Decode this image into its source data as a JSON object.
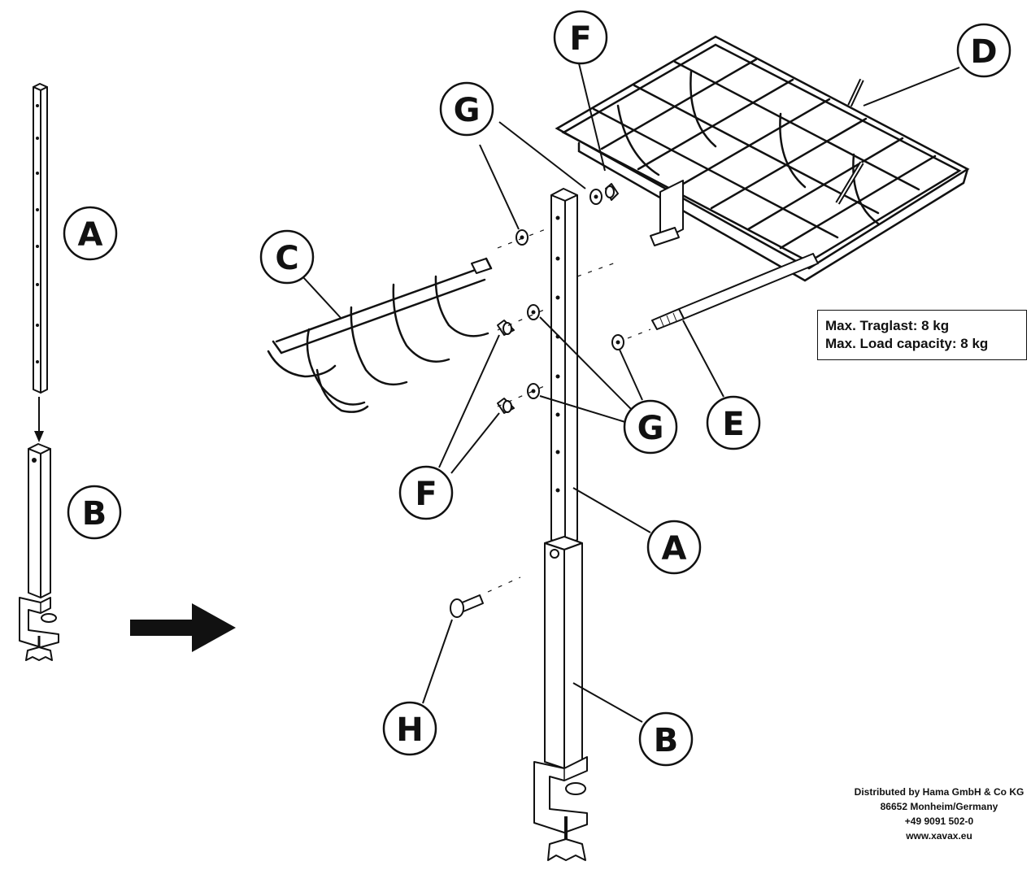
{
  "labels": {
    "A": "A",
    "B": "B",
    "C": "C",
    "D": "D",
    "E": "E",
    "F": "F",
    "G": "G",
    "H": "H"
  },
  "load_capacity": {
    "de": "Max. Traglast: 8 kg",
    "en": "Max. Load capacity: 8 kg"
  },
  "distributor": {
    "line1": "Distributed by Hama GmbH & Co KG",
    "line2": "86652 Monheim/Germany",
    "line3": "+49 9091 502-0",
    "line4": "www.xavax.eu"
  },
  "icons": [
    "arrow-right-icon",
    "arrow-down-icon"
  ]
}
